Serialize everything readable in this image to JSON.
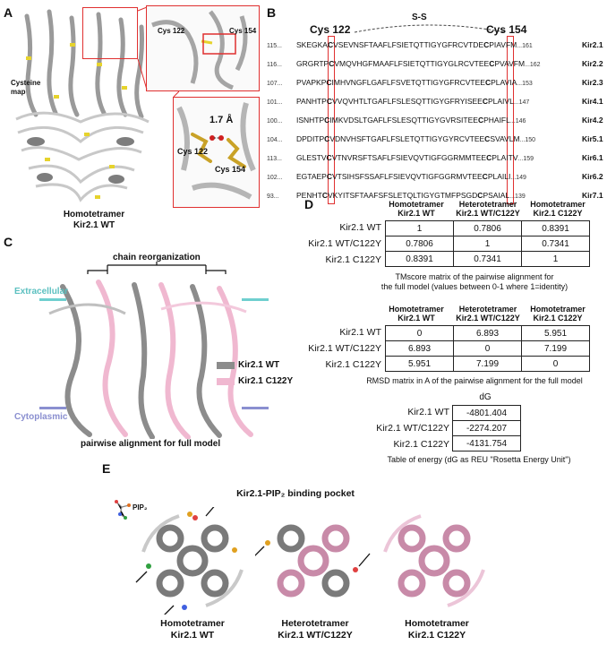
{
  "panels": {
    "a": "A",
    "b": "B",
    "c": "C",
    "d": "D",
    "e": "E"
  },
  "panel_a": {
    "cysteine_map": "Cysteine\nmap",
    "caption_line1": "Homotetramer",
    "caption_line2": "Kir2.1 WT",
    "zoom1_cys122": "Cys 122",
    "zoom1_cys154": "Cys 154",
    "zoom2_dist": "1.7 Å",
    "zoom2_cys122": "Cys 122",
    "zoom2_cys154": "Cys 154"
  },
  "panel_b": {
    "ss_label": "S-S",
    "cys122": "Cys 122",
    "cys154": "Cys 154",
    "rows": [
      {
        "start": "115...",
        "pre": "SKEGKA",
        "c1": "C",
        "mid": "VSEVNSFTAAFLFSIETQTTIGYGFRCVTDE",
        "c2": "C",
        "post": "PIAVFM",
        "end": "...161",
        "name": "Kir2.1"
      },
      {
        "start": "116...",
        "pre": "GRGRTP",
        "c1": "C",
        "mid": "VMQVHGFMAAFLFSIETQTTIGYGLRCVTEE",
        "c2": "C",
        "post": "PVAVFM",
        "end": "...162",
        "name": "Kir2.2"
      },
      {
        "start": "107...",
        "pre": "PVAPKP",
        "c1": "C",
        "mid": "IMHVNGFLGAFLFSVETQTTIGYGFRCVTEE",
        "c2": "C",
        "post": "PLAVIA",
        "end": "...153",
        "name": "Kir2.3"
      },
      {
        "start": "101...",
        "pre": "PANHTP",
        "c1": "C",
        "mid": "VVQVHTLTGAFLFSLESQTTIGYGFRYISEE",
        "c2": "C",
        "post": "PLAIVL",
        "end": "...147",
        "name": "Kir4.1"
      },
      {
        "start": "100...",
        "pre": "ISNHTP",
        "c1": "C",
        "mid": "IMKVDSLTGAFLFSLESQTTIGYGVRSITEE",
        "c2": "C",
        "post": "PHAIFL",
        "end": "...146",
        "name": "Kir4.2"
      },
      {
        "start": "104...",
        "pre": "DPDITP",
        "c1": "C",
        "mid": "VDNVHSFTGAFLFSLETQTTIGYGYRCVTEE",
        "c2": "C",
        "post": "SVAVLM",
        "end": "...150",
        "name": "Kir5.1"
      },
      {
        "start": "113...",
        "pre": "GLESTV",
        "c1": "C",
        "mid": "VTNVRSFTSAFLFSIEVQVTIGFGGRMMTEE",
        "c2": "C",
        "post": "PLAITV",
        "end": "...159",
        "name": "Kir6.1"
      },
      {
        "start": "102...",
        "pre": "EGTAEP",
        "c1": "C",
        "mid": "VTSIHSFSSAFLFSIEVQVTIGFGGRMVTEE",
        "c2": "C",
        "post": "PLAILI",
        "end": "...149",
        "name": "Kir6.2"
      },
      {
        "start": "93...",
        "pre": "PENHT",
        "c1": "C",
        "mid": "VKYITSFTAAFSFSLETQLTIGYGTMFPSGD",
        "c2": "C",
        "post": "PSAIAL",
        "end": "...139",
        "name": "Kir7.1"
      }
    ]
  },
  "panel_c": {
    "chain_reorg": "chain reorganization",
    "extracellular": "Extracellular",
    "cytoplasmic": "Cytoplasmic",
    "legend_wt": "Kir2.1 WT",
    "legend_c122y": "Kir2.1 C122Y",
    "caption": "pairwise alignment for full model",
    "colors": {
      "wt": "#8c8c8c",
      "c122y": "#f0b8d0",
      "extracellular": "#6fcfcf",
      "cytoplasmic": "#8a8fd0"
    }
  },
  "panel_d": {
    "col_headers": [
      {
        "l1": "Homotetramer",
        "l2": "Kir2.1 WT"
      },
      {
        "l1": "Heterotetramer",
        "l2": "Kir2.1 WT/C122Y"
      },
      {
        "l1": "Homotetramer",
        "l2": "Kir2.1 C122Y"
      }
    ],
    "row_labels": [
      "Kir2.1 WT",
      "Kir2.1 WT/C122Y",
      "Kir2.1 C122Y"
    ],
    "tmscore": [
      [
        "1",
        "0.7806",
        "0.8391"
      ],
      [
        "0.7806",
        "1",
        "0.7341"
      ],
      [
        "0.8391",
        "0.7341",
        "1"
      ]
    ],
    "tmscore_caption_1": "TMscore matrix of the pairwise alignment for",
    "tmscore_caption_2": "the full model (values between 0-1 where 1=identity)",
    "rmsd": [
      [
        "0",
        "6.893",
        "5.951"
      ],
      [
        "6.893",
        "0",
        "7.199"
      ],
      [
        "5.951",
        "7.199",
        "0"
      ]
    ],
    "rmsd_caption": "RMSD matrix in A of the pairwise alignment for the full model",
    "dg_header": "dG",
    "dg_values": [
      "-4801.404",
      "-2274.207",
      "-4131.754"
    ],
    "dg_caption": "Table of energy (dG as REU \"Rosetta Energy Unit\")"
  },
  "panel_e": {
    "title": "Kir2.1-PIP₂ binding pocket",
    "pip2": "PIP₂",
    "captions": [
      {
        "l1": "Homotetramer",
        "l2": "Kir2.1 WT"
      },
      {
        "l1": "Heterotetramer",
        "l2": "Kir2.1 WT/C122Y"
      },
      {
        "l1": "Homotetramer",
        "l2": "Kir2.1 C122Y"
      }
    ]
  }
}
